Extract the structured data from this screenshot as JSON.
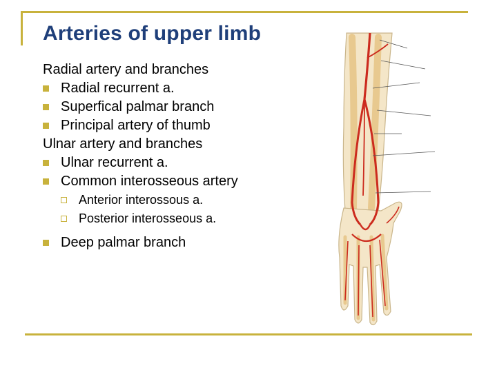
{
  "slide": {
    "title": "Arteries of upper limb",
    "sections": [
      {
        "heading": "Radial artery and branches",
        "items": [
          "Radial recurrent a.",
          "Superfical palmar branch",
          "Principal artery of thumb"
        ]
      },
      {
        "heading": "Ulnar artery and branches",
        "items": [
          "Ulnar recurrent a.",
          "Common interosseous artery"
        ],
        "subitems": [
          "Anterior interossous a.",
          "Posterior interosseous a."
        ],
        "final_item": "Deep palmar branch"
      }
    ]
  },
  "colors": {
    "title": "#1f3f7a",
    "accent": "#c8b23c",
    "artery": "#cc2b1e",
    "bone": "#f0d9a8"
  },
  "illustration": {
    "icon": "arm-arteries-illustration"
  }
}
